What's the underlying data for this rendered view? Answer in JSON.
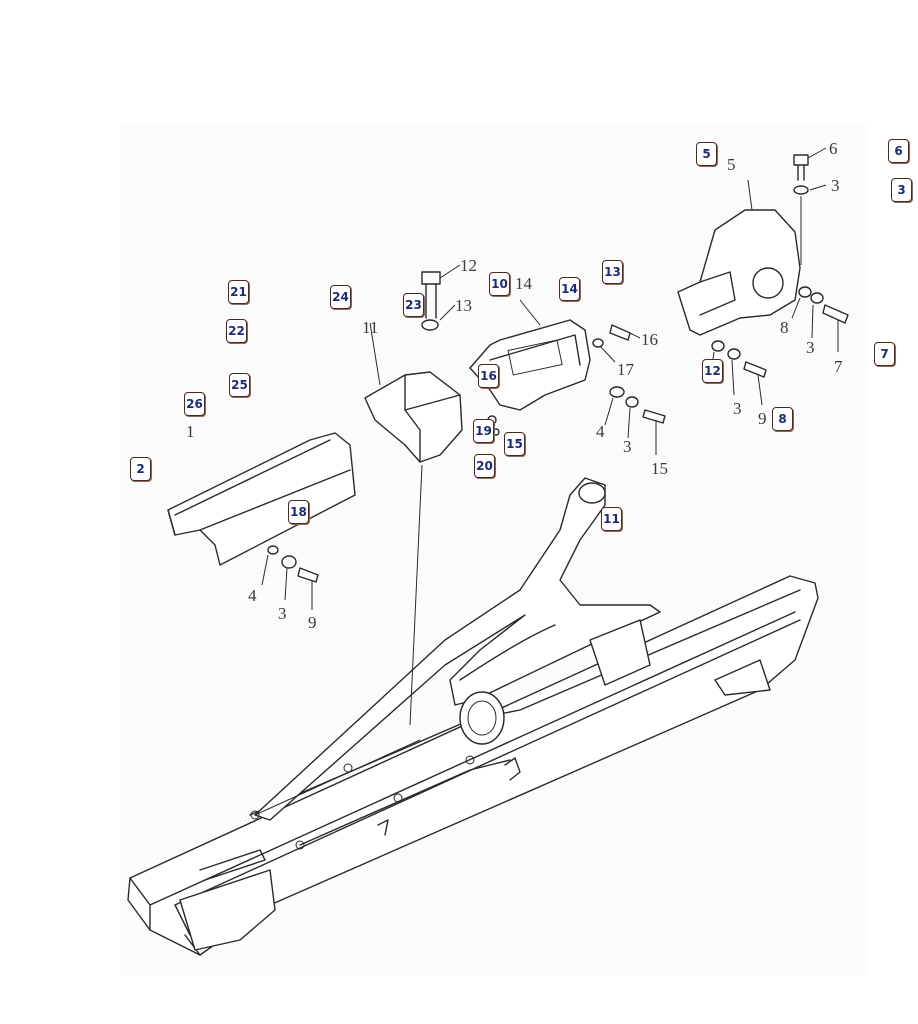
{
  "hotspots": [
    {
      "id": "hotspot-5",
      "label": "5"
    },
    {
      "id": "hotspot-6",
      "label": "6"
    },
    {
      "id": "hotspot-3",
      "label": "3"
    },
    {
      "id": "hotspot-13",
      "label": "13"
    },
    {
      "id": "hotspot-10",
      "label": "10"
    },
    {
      "id": "hotspot-14",
      "label": "14"
    },
    {
      "id": "hotspot-21",
      "label": "21"
    },
    {
      "id": "hotspot-24",
      "label": "24"
    },
    {
      "id": "hotspot-23",
      "label": "23"
    },
    {
      "id": "hotspot-22",
      "label": "22"
    },
    {
      "id": "hotspot-7",
      "label": "7"
    },
    {
      "id": "hotspot-12",
      "label": "12"
    },
    {
      "id": "hotspot-16",
      "label": "16"
    },
    {
      "id": "hotspot-25",
      "label": "25"
    },
    {
      "id": "hotspot-26",
      "label": "26"
    },
    {
      "id": "hotspot-8",
      "label": "8"
    },
    {
      "id": "hotspot-19",
      "label": "19"
    },
    {
      "id": "hotspot-15",
      "label": "15"
    },
    {
      "id": "hotspot-2",
      "label": "2"
    },
    {
      "id": "hotspot-20",
      "label": "20"
    },
    {
      "id": "hotspot-18",
      "label": "18"
    },
    {
      "id": "hotspot-11",
      "label": "11"
    }
  ],
  "part_numbers": [
    "6",
    "3",
    "5",
    "12",
    "13",
    "14",
    "11",
    "16",
    "17",
    "8",
    "3",
    "7",
    "4",
    "3",
    "15",
    "9",
    "3",
    "1",
    "4",
    "3",
    "9"
  ]
}
